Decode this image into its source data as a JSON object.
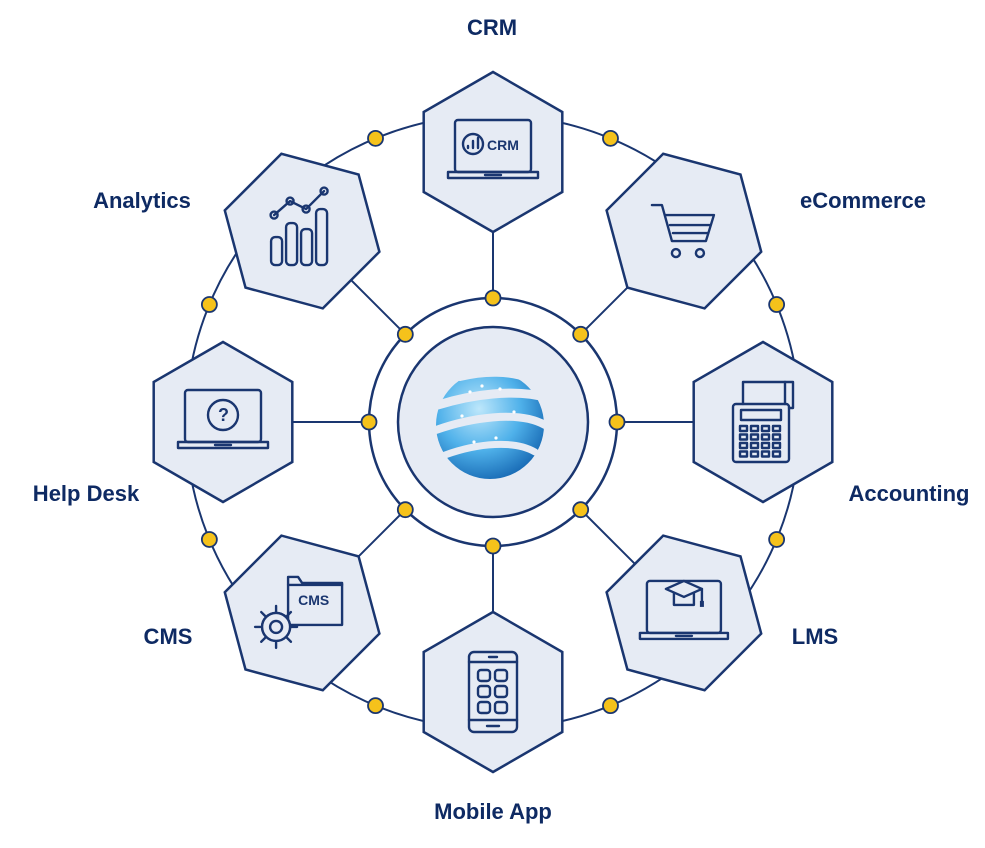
{
  "nodes": [
    {
      "key": "crm",
      "label": "CRM",
      "icon": "laptop-crm-icon",
      "icon_text": "CRM"
    },
    {
      "key": "ecommerce",
      "label": "eCommerce",
      "icon": "shopping-cart-icon"
    },
    {
      "key": "accounting",
      "label": "Accounting",
      "icon": "calculator-icon"
    },
    {
      "key": "lms",
      "label": "LMS",
      "icon": "laptop-graduation-cap-icon"
    },
    {
      "key": "mobile",
      "label": "Mobile App",
      "icon": "smartphone-icon"
    },
    {
      "key": "cms",
      "label": "CMS",
      "icon": "gear-folder-cms-icon",
      "icon_text": "CMS"
    },
    {
      "key": "helpdesk",
      "label": "Help Desk",
      "icon": "laptop-question-icon",
      "icon_text": "?"
    },
    {
      "key": "analytics",
      "label": "Analytics",
      "icon": "bar-chart-icon"
    }
  ],
  "center": {
    "icon": "globe-logo-icon"
  },
  "colors": {
    "navy": "#1a3670",
    "label": "#0e2a63",
    "hex_fill": "#e6ebf4",
    "dot": "#f5c21b",
    "globe_light": "#8fd3f4",
    "globe_dark": "#1f7ec6"
  }
}
